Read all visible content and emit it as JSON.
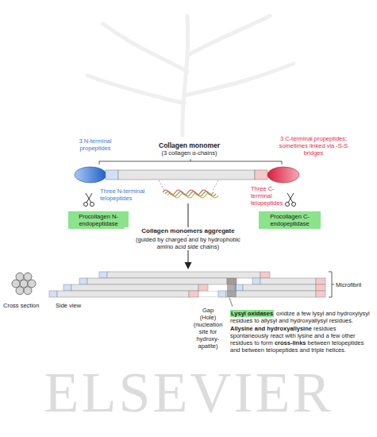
{
  "diagram": {
    "nodes": [
      {
        "text": [
          "Collagen monomer",
          "(3 collagen α-chains)"
        ]
      },
      {
        "text": [
          "Procollagen N-endopeptidase"
        ]
      },
      {
        "text": [
          "Procollagen C-endopeptidase"
        ]
      },
      {
        "text": [
          "Lysyl oxidases"
        ]
      }
    ],
    "labels": [
      "3 N-terminal propeptides",
      "3 C-terminal propeptides; sometimes linked via -S-S bridges",
      "Three N-terminal telopeptides",
      "Three C-terminal telopeptides",
      "Collagen monomers aggregate",
      "(guided by charged and by hydrophobic amino acid side chains)",
      "Microfibril",
      "Cross section",
      "Side view",
      "Gap",
      "(Hole)",
      "(nucleation site for hydroxy-apatite)",
      "oxidize a few lysyl and hydroxylysyl residues to allysyl and hydroxyallysyl residues.",
      "Allysine and hydroxyallysine",
      "residues spontaneously react with lysine and a few other residues to form",
      "cross-links",
      "between telopeptides and between telopeptides and triple helices.",
      "ELSEVIER"
    ]
  }
}
